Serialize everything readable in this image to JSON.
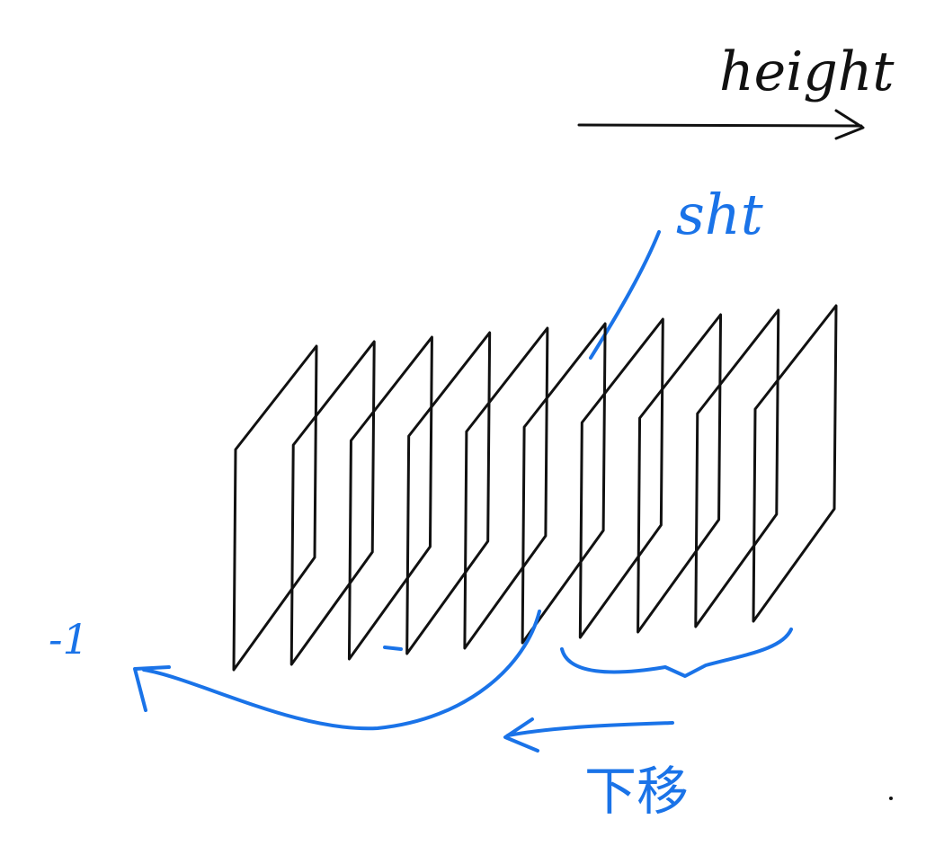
{
  "labels": {
    "height": "height",
    "sht": "sht",
    "minus_one": "-1",
    "move_down": "下移"
  },
  "colors": {
    "ink": "#111111",
    "accent": "#1a73e8",
    "background": "#ffffff"
  },
  "diagram": {
    "sheet_count": 10,
    "arrows": [
      {
        "name": "height-arrow",
        "direction": "right"
      },
      {
        "name": "curved-arrow-to-minus-one",
        "direction": "left"
      },
      {
        "name": "move-down-arrow",
        "direction": "left"
      }
    ]
  }
}
